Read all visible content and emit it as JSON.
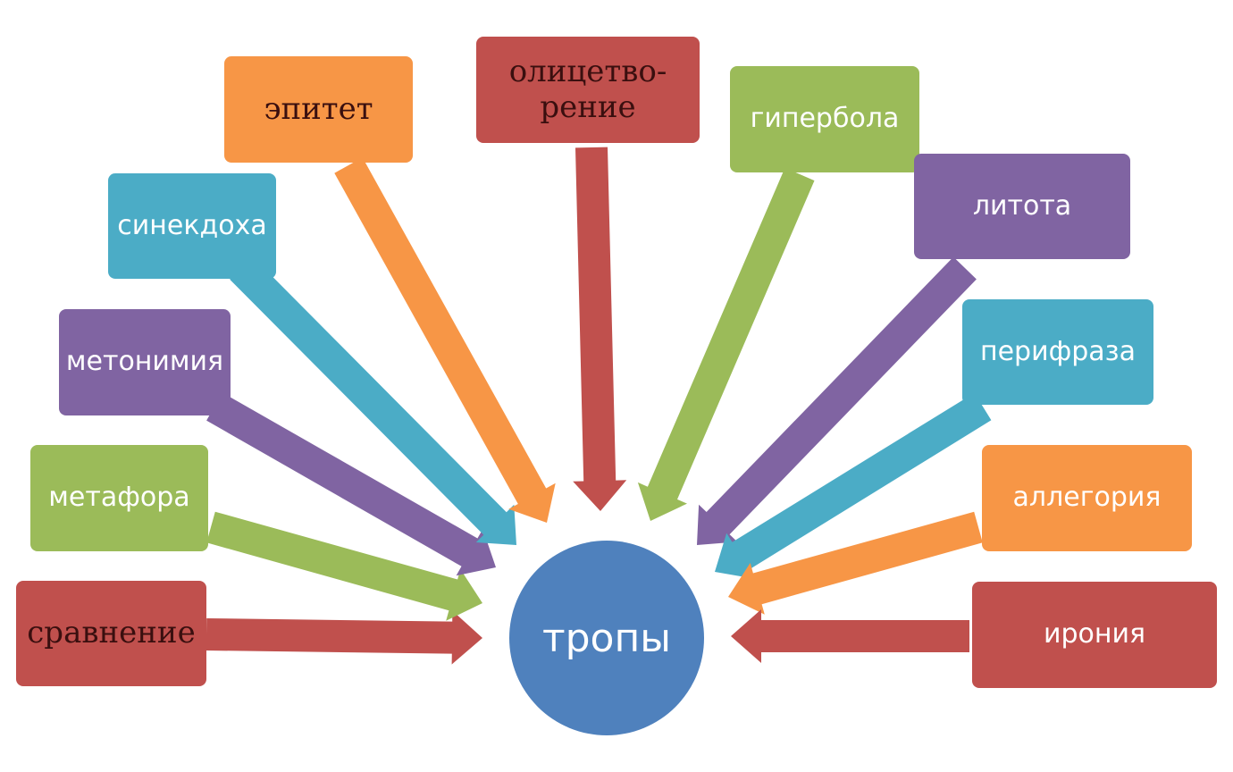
{
  "center": {
    "label": "тропы"
  },
  "colors": {
    "red": "#c0504d",
    "orange": "#f79646",
    "green": "#9bbb59",
    "purple": "#8064a2",
    "teal": "#4bacc6",
    "hub": "#4f81bd",
    "darkText": "#3a0f0f"
  },
  "nodes": [
    {
      "id": "sravnenie",
      "label": "сравнение",
      "color": "red"
    },
    {
      "id": "metafora",
      "label": "метафора",
      "color": "green"
    },
    {
      "id": "metonimiya",
      "label": "метонимия",
      "color": "purple"
    },
    {
      "id": "sinekdokha",
      "label": "синекдоха",
      "color": "teal"
    },
    {
      "id": "epitet",
      "label": "эпитет",
      "color": "orange"
    },
    {
      "id": "olitsetvorenie",
      "label": "олицетво-\nрение",
      "color": "red"
    },
    {
      "id": "giperbola",
      "label": "гипербола",
      "color": "green"
    },
    {
      "id": "litota",
      "label": "литота",
      "color": "purple"
    },
    {
      "id": "perifraza",
      "label": "перифраза",
      "color": "teal"
    },
    {
      "id": "allegoriya",
      "label": "аллегория",
      "color": "orange"
    },
    {
      "id": "ironiya",
      "label": "ирония",
      "color": "red"
    }
  ]
}
